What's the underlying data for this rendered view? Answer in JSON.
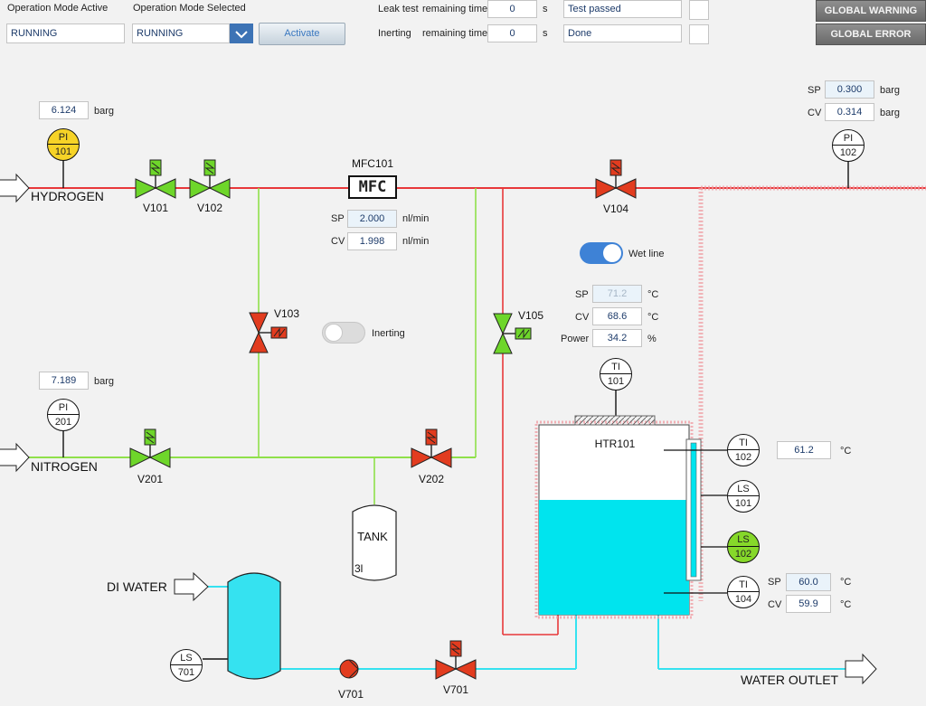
{
  "header": {
    "mode_active_label": "Operation Mode Active",
    "mode_active_value": "RUNNING",
    "mode_selected_label": "Operation Mode Selected",
    "mode_selected_value": "RUNNING",
    "activate_label": "Activate",
    "leak_test_label": "Leak test",
    "leak_remaining_label": "remaining time",
    "leak_time": "0",
    "leak_unit": "s",
    "leak_status": "Test passed",
    "inerting_label": "Inerting",
    "inerting_remaining_label": "remaining time",
    "inerting_time": "0",
    "inerting_unit": "s",
    "inerting_status": "Done",
    "global_warning": "GLOBAL WARNING",
    "global_error": "GLOBAL ERROR"
  },
  "pressure": {
    "pi101_value": "6.124",
    "pi101_unit": "barg",
    "pi201_value": "7.189",
    "pi201_unit": "barg",
    "pi102_sp_label": "SP",
    "pi102_sp": "0.300",
    "pi102_sp_unit": "barg",
    "pi102_cv_label": "CV",
    "pi102_cv": "0.314",
    "pi102_cv_unit": "barg"
  },
  "mfc": {
    "name": "MFC101",
    "symbol": "MFC",
    "sp_label": "SP",
    "sp": "2.000",
    "sp_unit": "nl/min",
    "cv_label": "CV",
    "cv": "1.998",
    "cv_unit": "nl/min"
  },
  "heater": {
    "wet_line_label": "Wet line",
    "sp_label": "SP",
    "sp": "71.2",
    "sp_unit": "°C",
    "cv_label": "CV",
    "cv": "68.6",
    "cv_unit": "°C",
    "power_label": "Power",
    "power": "34.2",
    "power_unit": "%",
    "name": "HTR101"
  },
  "tank_temp": {
    "ti102_value": "61.2",
    "ti102_unit": "°C",
    "ti104_sp_label": "SP",
    "ti104_sp": "60.0",
    "ti104_sp_unit": "°C",
    "ti104_cv_label": "CV",
    "ti104_cv": "59.9",
    "ti104_cv_unit": "°C"
  },
  "inerting_toggle_label": "Inerting",
  "instruments": {
    "pi101": [
      "PI",
      "101"
    ],
    "pi201": [
      "PI",
      "201"
    ],
    "pi102": [
      "PI",
      "102"
    ],
    "ti101": [
      "TI",
      "101"
    ],
    "ti102": [
      "TI",
      "102"
    ],
    "ls101": [
      "LS",
      "101"
    ],
    "ls102": [
      "LS",
      "102"
    ],
    "ti104": [
      "TI",
      "104"
    ],
    "ls701": [
      "LS",
      "701"
    ]
  },
  "tags": {
    "hydrogen": "HYDROGEN",
    "nitrogen": "NITROGEN",
    "di_water": "DI WATER",
    "water_outlet": "WATER OUTLET",
    "v101": "V101",
    "v102": "V102",
    "v103": "V103",
    "v104": "V104",
    "v105": "V105",
    "v201": "V201",
    "v202": "V202",
    "v701_pump": "V701",
    "v701_valve": "V701",
    "tank": "TANK",
    "tank_volume": "3l"
  },
  "colors": {
    "hydrogen_line": "#e8383a",
    "nitrogen_line": "#8fe04a",
    "water_line": "#35e2f0",
    "valve_open": "#6ed62a",
    "valve_closed": "#e23c1f",
    "tank_fill": "#00e4ee"
  }
}
